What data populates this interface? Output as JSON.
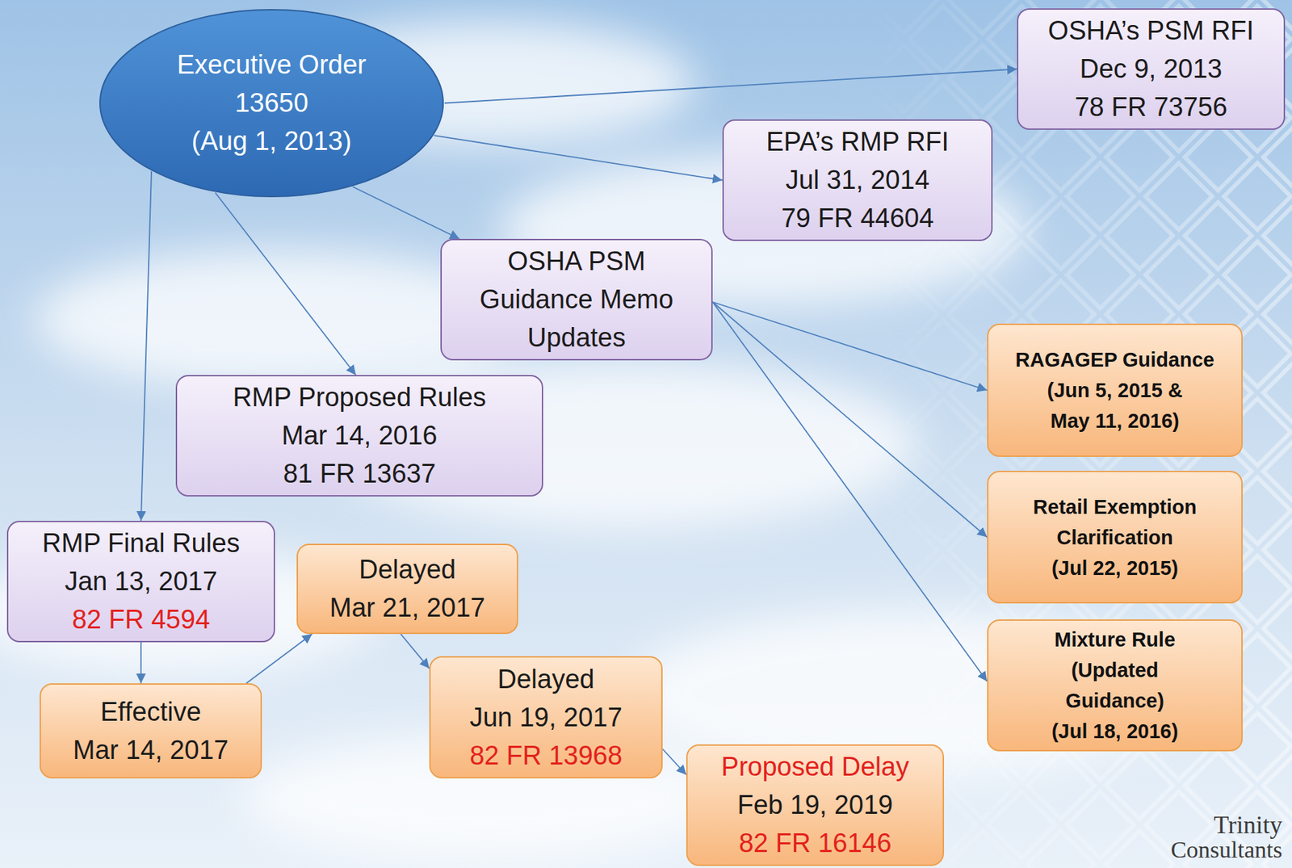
{
  "diagram": {
    "nodes": [
      {
        "text": [
          "Executive Order 13650",
          "(Aug 1, 2013)"
        ]
      },
      {
        "text": [
          "OSHA’s PSM RFI",
          "Dec 9, 2013",
          "78 FR 73756"
        ]
      },
      {
        "text": [
          "EPA’s RMP RFI",
          "Jul 31, 2014",
          "79 FR 44604"
        ]
      },
      {
        "text": [
          "OSHA PSM Guidance Memo Updates"
        ]
      },
      {
        "text": [
          "RMP Proposed Rules",
          "Mar 14, 2016",
          "81 FR 13637"
        ]
      },
      {
        "text": [
          "RAGAGEP Guidance",
          "(Jun 5, 2015 & May 11, 2016)"
        ]
      },
      {
        "text": [
          "Retail Exemption Clarification",
          "(Jul 22, 2015)"
        ]
      },
      {
        "text": [
          "RMP Final Rules",
          "Jan 13, 2017",
          "82 FR 4594"
        ]
      },
      {
        "text": [
          "Delayed",
          "Mar 21, 2017"
        ]
      },
      {
        "text": [
          "Mixture Rule",
          "(Updated Guidance)",
          "(Jul 18, 2016)"
        ]
      },
      {
        "text": [
          "Effective",
          "Mar 14, 2017"
        ]
      },
      {
        "text": [
          "Delayed",
          "Jun 19, 2017",
          "82 FR 13968"
        ]
      },
      {
        "text": [
          "Proposed Delay",
          "Feb 19, 2019",
          "82 FR 16146"
        ]
      }
    ],
    "edges": [
      {
        "from": 0,
        "to": 1,
        "arrow": "to"
      },
      {
        "from": 0,
        "to": 2,
        "arrow": "to"
      },
      {
        "from": 0,
        "to": 3,
        "arrow": "to"
      },
      {
        "from": 0,
        "to": 4,
        "arrow": "to"
      },
      {
        "from": 0,
        "to": 7,
        "arrow": "to"
      },
      {
        "from": 3,
        "to": 5,
        "arrow": "to"
      },
      {
        "from": 3,
        "to": 6,
        "arrow": "to"
      },
      {
        "from": 3,
        "to": 9,
        "arrow": "to"
      },
      {
        "from": 7,
        "to": 10,
        "arrow": "to"
      },
      {
        "from": 10,
        "to": 8,
        "arrow": "to"
      },
      {
        "from": 8,
        "to": 11,
        "arrow": "to"
      },
      {
        "from": 11,
        "to": 12,
        "arrow": "to"
      }
    ],
    "labels": [
      "Trinity",
      "Consultants"
    ]
  }
}
